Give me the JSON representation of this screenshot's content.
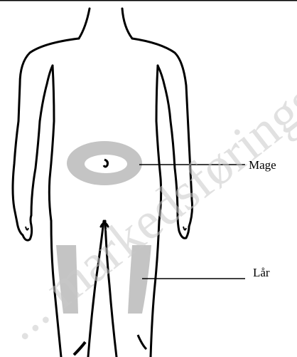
{
  "labels": {
    "stomach": "Mage",
    "thigh": "Lår"
  },
  "watermark": "... markedsføringstillat...",
  "colors": {
    "outline": "#000000",
    "injection_area": "#c4c4c4",
    "watermark": "#c8c8c8",
    "background": "#ffffff"
  }
}
